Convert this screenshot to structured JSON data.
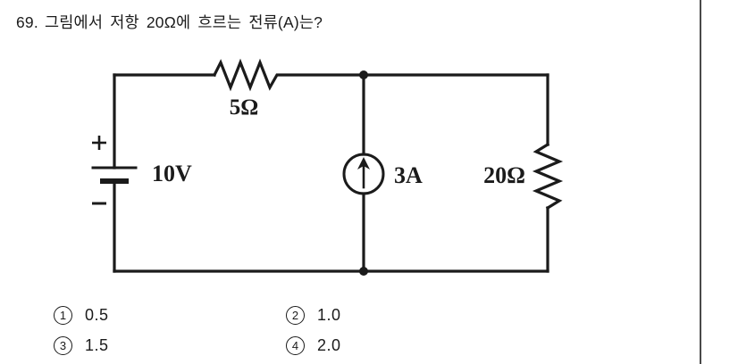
{
  "question": {
    "number": "69.",
    "text": "그림에서 저항 20Ω에 흐르는 전류(A)는?"
  },
  "circuit": {
    "type": "schematic",
    "description": "DC circuit: 10V voltage source in series with 5Ω resistor, feeding a parallel combination of a 3A current source and a 20Ω resistor",
    "voltage_source": {
      "label": "10V",
      "plus_sign": "+",
      "minus_sign": "-"
    },
    "series_resistor": {
      "label": "5Ω"
    },
    "current_source": {
      "label": "3A",
      "direction": "up"
    },
    "load_resistor": {
      "label": "20Ω"
    }
  },
  "options": [
    {
      "mark": "1",
      "value": "0.5"
    },
    {
      "mark": "2",
      "value": "1.0"
    },
    {
      "mark": "3",
      "value": "1.5"
    },
    {
      "mark": "4",
      "value": "2.0"
    }
  ],
  "colors": {
    "ink": "#1b1b1b",
    "rule": "#4a4a4a",
    "paper": "#ffffff"
  }
}
